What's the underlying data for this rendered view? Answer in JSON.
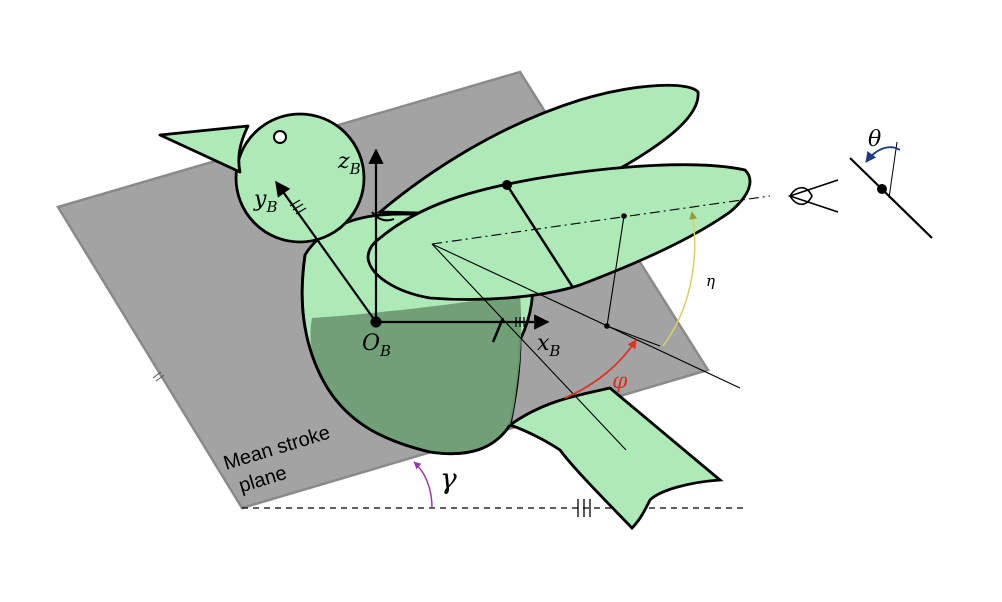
{
  "labels": {
    "z_axis": {
      "base": "z",
      "sub": "B"
    },
    "y_axis": {
      "base": "y",
      "sub": "B"
    },
    "x_axis": {
      "base": "x",
      "sub": "B"
    },
    "origin": {
      "base": "O",
      "sub": "B"
    },
    "phi": "φ",
    "eta": "η",
    "theta": "θ",
    "gamma": "γ",
    "plane_line1": "Mean stroke",
    "plane_line2": "plane"
  },
  "colors": {
    "bird_fill": "#aeeab8",
    "bird_under": "#6e9c74",
    "plane_fill": "#a3a3a3",
    "plane_edge": "#8a8a8a",
    "outline": "#000000",
    "phi_arc": "#e03020",
    "eta_arc": "#d8d070",
    "theta_arc": "#203a8a",
    "gamma_arc": "#9a3aa8"
  }
}
